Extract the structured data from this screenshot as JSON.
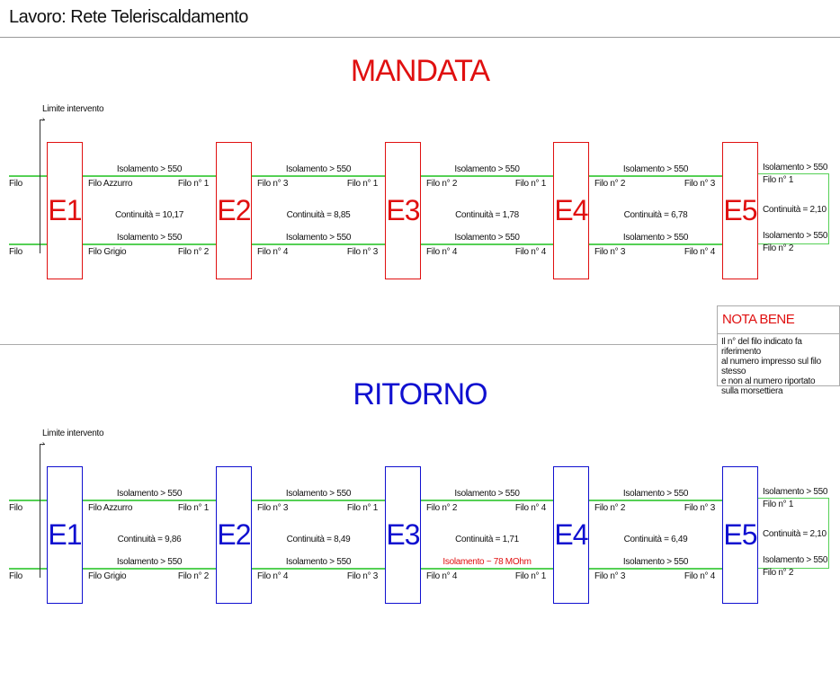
{
  "header": {
    "title": "Lavoro: Rete Teleriscaldamento"
  },
  "colors": {
    "mandata": "#e01010",
    "ritorno": "#1010d0",
    "wire": "#55d055",
    "warning": "#e01010"
  },
  "nota": {
    "title": "NOTA BENE",
    "body": "Il n° del filo indicato fa riferimento\nal numero impresso sul filo stesso\ne non al numero riportato\nsulla morsettiera"
  },
  "sections": [
    {
      "title": "MANDATA",
      "limit_label": "Limite intervento",
      "input_labels": [
        "Filo",
        "Filo"
      ],
      "boxes": [
        "E1",
        "E2",
        "E3",
        "E4",
        "E5"
      ],
      "segments": [
        {
          "iso_top": "Isolamento > 550",
          "top_left": "Filo Azzurro",
          "top_right": "Filo n° 1",
          "continuity": "Continuità = 10,17",
          "iso_bottom": "Isolamento > 550",
          "bottom_left": "Filo Grigio",
          "bottom_right": "Filo n° 2"
        },
        {
          "iso_top": "Isolamento > 550",
          "top_left": "Filo n° 3",
          "top_right": "Filo n° 1",
          "continuity": "Continuità = 8,85",
          "iso_bottom": "Isolamento > 550",
          "bottom_left": "Filo n° 4",
          "bottom_right": "Filo n° 3"
        },
        {
          "iso_top": "Isolamento > 550",
          "top_left": "Filo n° 2",
          "top_right": "Filo n° 1",
          "continuity": "Continuità = 1,78",
          "iso_bottom": "Isolamento > 550",
          "bottom_left": "Filo n° 4",
          "bottom_right": "Filo n° 4"
        },
        {
          "iso_top": "Isolamento > 550",
          "top_left": "Filo n° 2",
          "top_right": "Filo n° 3",
          "continuity": "Continuità = 6,78",
          "iso_bottom": "Isolamento > 550",
          "bottom_left": "Filo n° 3",
          "bottom_right": "Filo n° 4"
        }
      ],
      "end": {
        "iso_top": "Isolamento > 550",
        "top": "Filo n° 1",
        "continuity": "Continuità = 2,10",
        "iso_bottom": "Isolamento > 550",
        "bottom": "Filo n° 2"
      }
    },
    {
      "title": "RITORNO",
      "limit_label": "Limite intervento",
      "input_labels": [
        "Filo",
        "Filo"
      ],
      "boxes": [
        "E1",
        "E2",
        "E3",
        "E4",
        "E5"
      ],
      "segments": [
        {
          "iso_top": "Isolamento > 550",
          "top_left": "Filo Azzurro",
          "top_right": "Filo n° 1",
          "continuity": "Continuità = 9,86",
          "iso_bottom": "Isolamento > 550",
          "bottom_left": "Filo Grigio",
          "bottom_right": "Filo n° 2"
        },
        {
          "iso_top": "Isolamento > 550",
          "top_left": "Filo n° 3",
          "top_right": "Filo n° 1",
          "continuity": "Continuità = 8,49",
          "iso_bottom": "Isolamento > 550",
          "bottom_left": "Filo n° 4",
          "bottom_right": "Filo n° 3"
        },
        {
          "iso_top": "Isolamento > 550",
          "top_left": "Filo n° 2",
          "top_right": "Filo n° 4",
          "continuity": "Continuità = 1,71",
          "iso_bottom": "Isolamento ~ 78 MOhm",
          "iso_bottom_warning": true,
          "bottom_left": "Filo n° 4",
          "bottom_right": "Filo n° 1"
        },
        {
          "iso_top": "Isolamento > 550",
          "top_left": "Filo n° 2",
          "top_right": "Filo n° 3",
          "continuity": "Continuità = 6,49",
          "iso_bottom": "Isolamento > 550",
          "bottom_left": "Filo n° 3",
          "bottom_right": "Filo n° 4"
        }
      ],
      "end": {
        "iso_top": "Isolamento > 550",
        "top": "Filo n° 1",
        "continuity": "Continuità = 2,10",
        "iso_bottom": "Isolamento > 550",
        "bottom": "Filo n° 2"
      }
    }
  ]
}
